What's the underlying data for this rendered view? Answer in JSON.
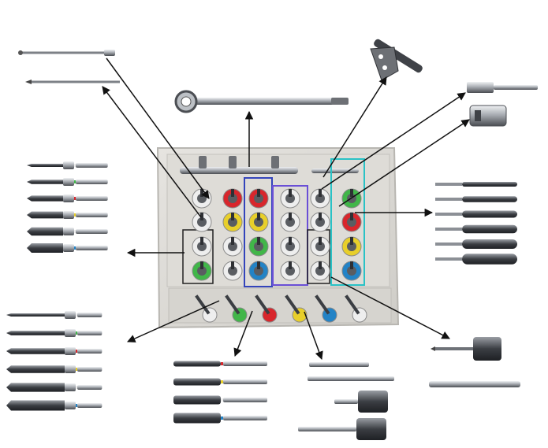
{
  "colors": {
    "tray_body": "#d9d7d2",
    "tray_rim": "#c6c4bf",
    "steel_dark": "#3d3f43",
    "steel_mid": "#8c9096",
    "steel_light": "#d4d7db",
    "ring_red": "#d8262c",
    "ring_yellow": "#e8cf2a",
    "ring_green": "#41b649",
    "ring_blue": "#2383c6",
    "ring_white": "#eeeeee",
    "frame_blue": "#3344bb",
    "frame_violet": "#6a4fd6",
    "frame_black": "#222222",
    "frame_cyan": "#29c2c6"
  },
  "tray": {
    "well_columns": [
      {
        "rings": [
          "ring_white",
          "ring_white",
          "ring_white",
          "ring_green"
        ]
      },
      {
        "rings": [
          "ring_red",
          "ring_yellow",
          "ring_white",
          "ring_white"
        ]
      },
      {
        "rings": [
          "ring_red",
          "ring_yellow",
          "ring_green",
          "ring_blue"
        ]
      },
      {
        "rings": [
          "ring_white",
          "ring_white",
          "ring_white",
          "ring_white"
        ]
      },
      {
        "rings": [
          "ring_white",
          "ring_white",
          "ring_white",
          "ring_white"
        ]
      },
      {
        "rings": [
          "ring_green",
          "ring_red",
          "ring_yellow",
          "ring_blue"
        ]
      }
    ],
    "bottom_row_rings": [
      "ring_white",
      "ring_green",
      "ring_red",
      "ring_yellow",
      "ring_blue",
      "ring_white"
    ]
  },
  "tools": {
    "left_drills": 6,
    "lower_left_drills": 6,
    "right_instruments": 6,
    "bottom_taps": 4,
    "bottom_drivers": 4
  }
}
